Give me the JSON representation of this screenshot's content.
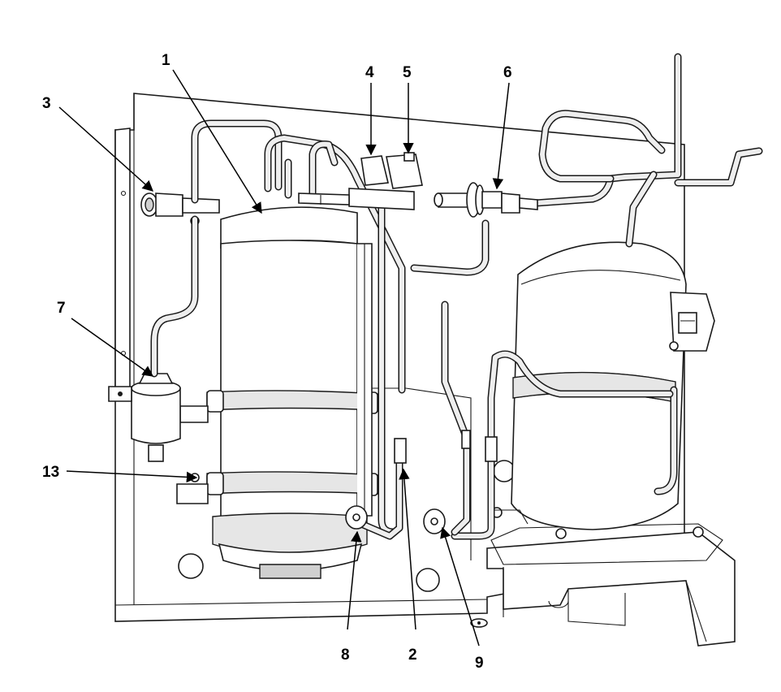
{
  "callouts": {
    "c1": "1",
    "c2": "2",
    "c3": "3",
    "c4": "4",
    "c5": "5",
    "c6": "6",
    "c7": "7",
    "c8": "8",
    "c9": "9",
    "c13": "13"
  }
}
